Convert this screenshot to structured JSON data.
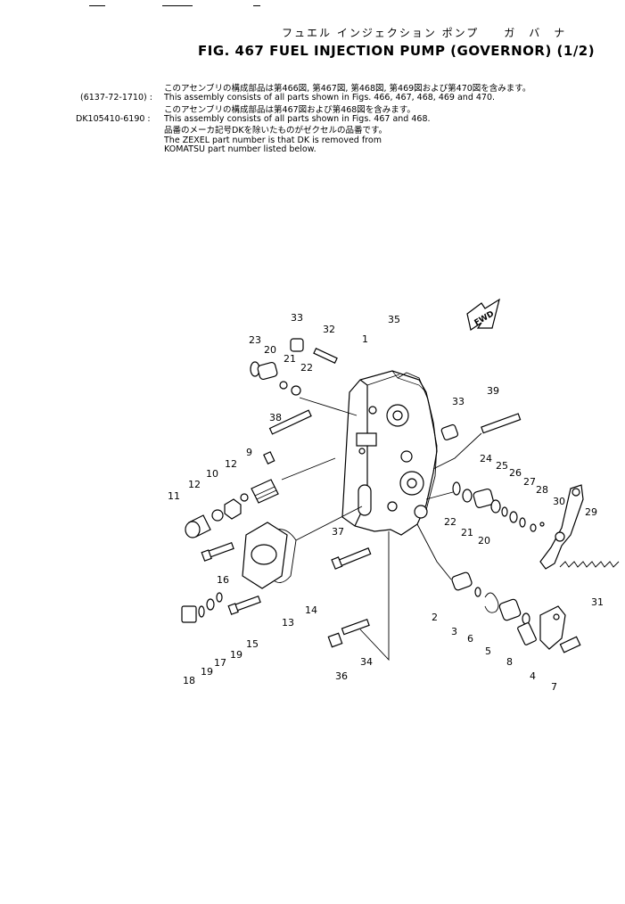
{
  "header": {
    "title_jp": "フュエル インジェクション ポンプ　　ガ　バ　ナ",
    "title_en": "FIG. 467  FUEL  INJECTION  PUMP  (GOVERNOR)  (1/2)"
  },
  "notes": [
    {
      "code": "",
      "text": "このアセンブリの構成部品は第466図, 第467図, 第468図, 第469図および第470図を含みます。"
    },
    {
      "code": "(6137-72-1710) :",
      "text": "This assembly consists of all parts shown in Figs. 466, 467, 468, 469 and 470."
    },
    {
      "code": "",
      "text": "このアセンブリの構成部品は第467図および第468図を含みます。"
    },
    {
      "code": "DK105410-6190 :",
      "text": "This assembly consists of all parts shown in Figs. 467 and 468."
    },
    {
      "code": "",
      "text": "品番のメーカ記号DKを除いたものがゼクセルの品番です。"
    },
    {
      "code": "",
      "text": "The ZEXEL part number is that DK is removed from"
    },
    {
      "code": "",
      "text": "KOMATSU part number listed below."
    }
  ],
  "fwd_label": "FWD",
  "callouts": [
    "1",
    "2",
    "3",
    "4",
    "5",
    "6",
    "7",
    "8",
    "9",
    "10",
    "11",
    "12",
    "12",
    "13",
    "14",
    "15",
    "16",
    "17",
    "18",
    "19",
    "19",
    "20",
    "20",
    "21",
    "21",
    "22",
    "22",
    "23",
    "24",
    "25",
    "26",
    "27",
    "28",
    "29",
    "30",
    "31",
    "32",
    "33",
    "33",
    "34",
    "35",
    "36",
    "37",
    "38",
    "39"
  ]
}
